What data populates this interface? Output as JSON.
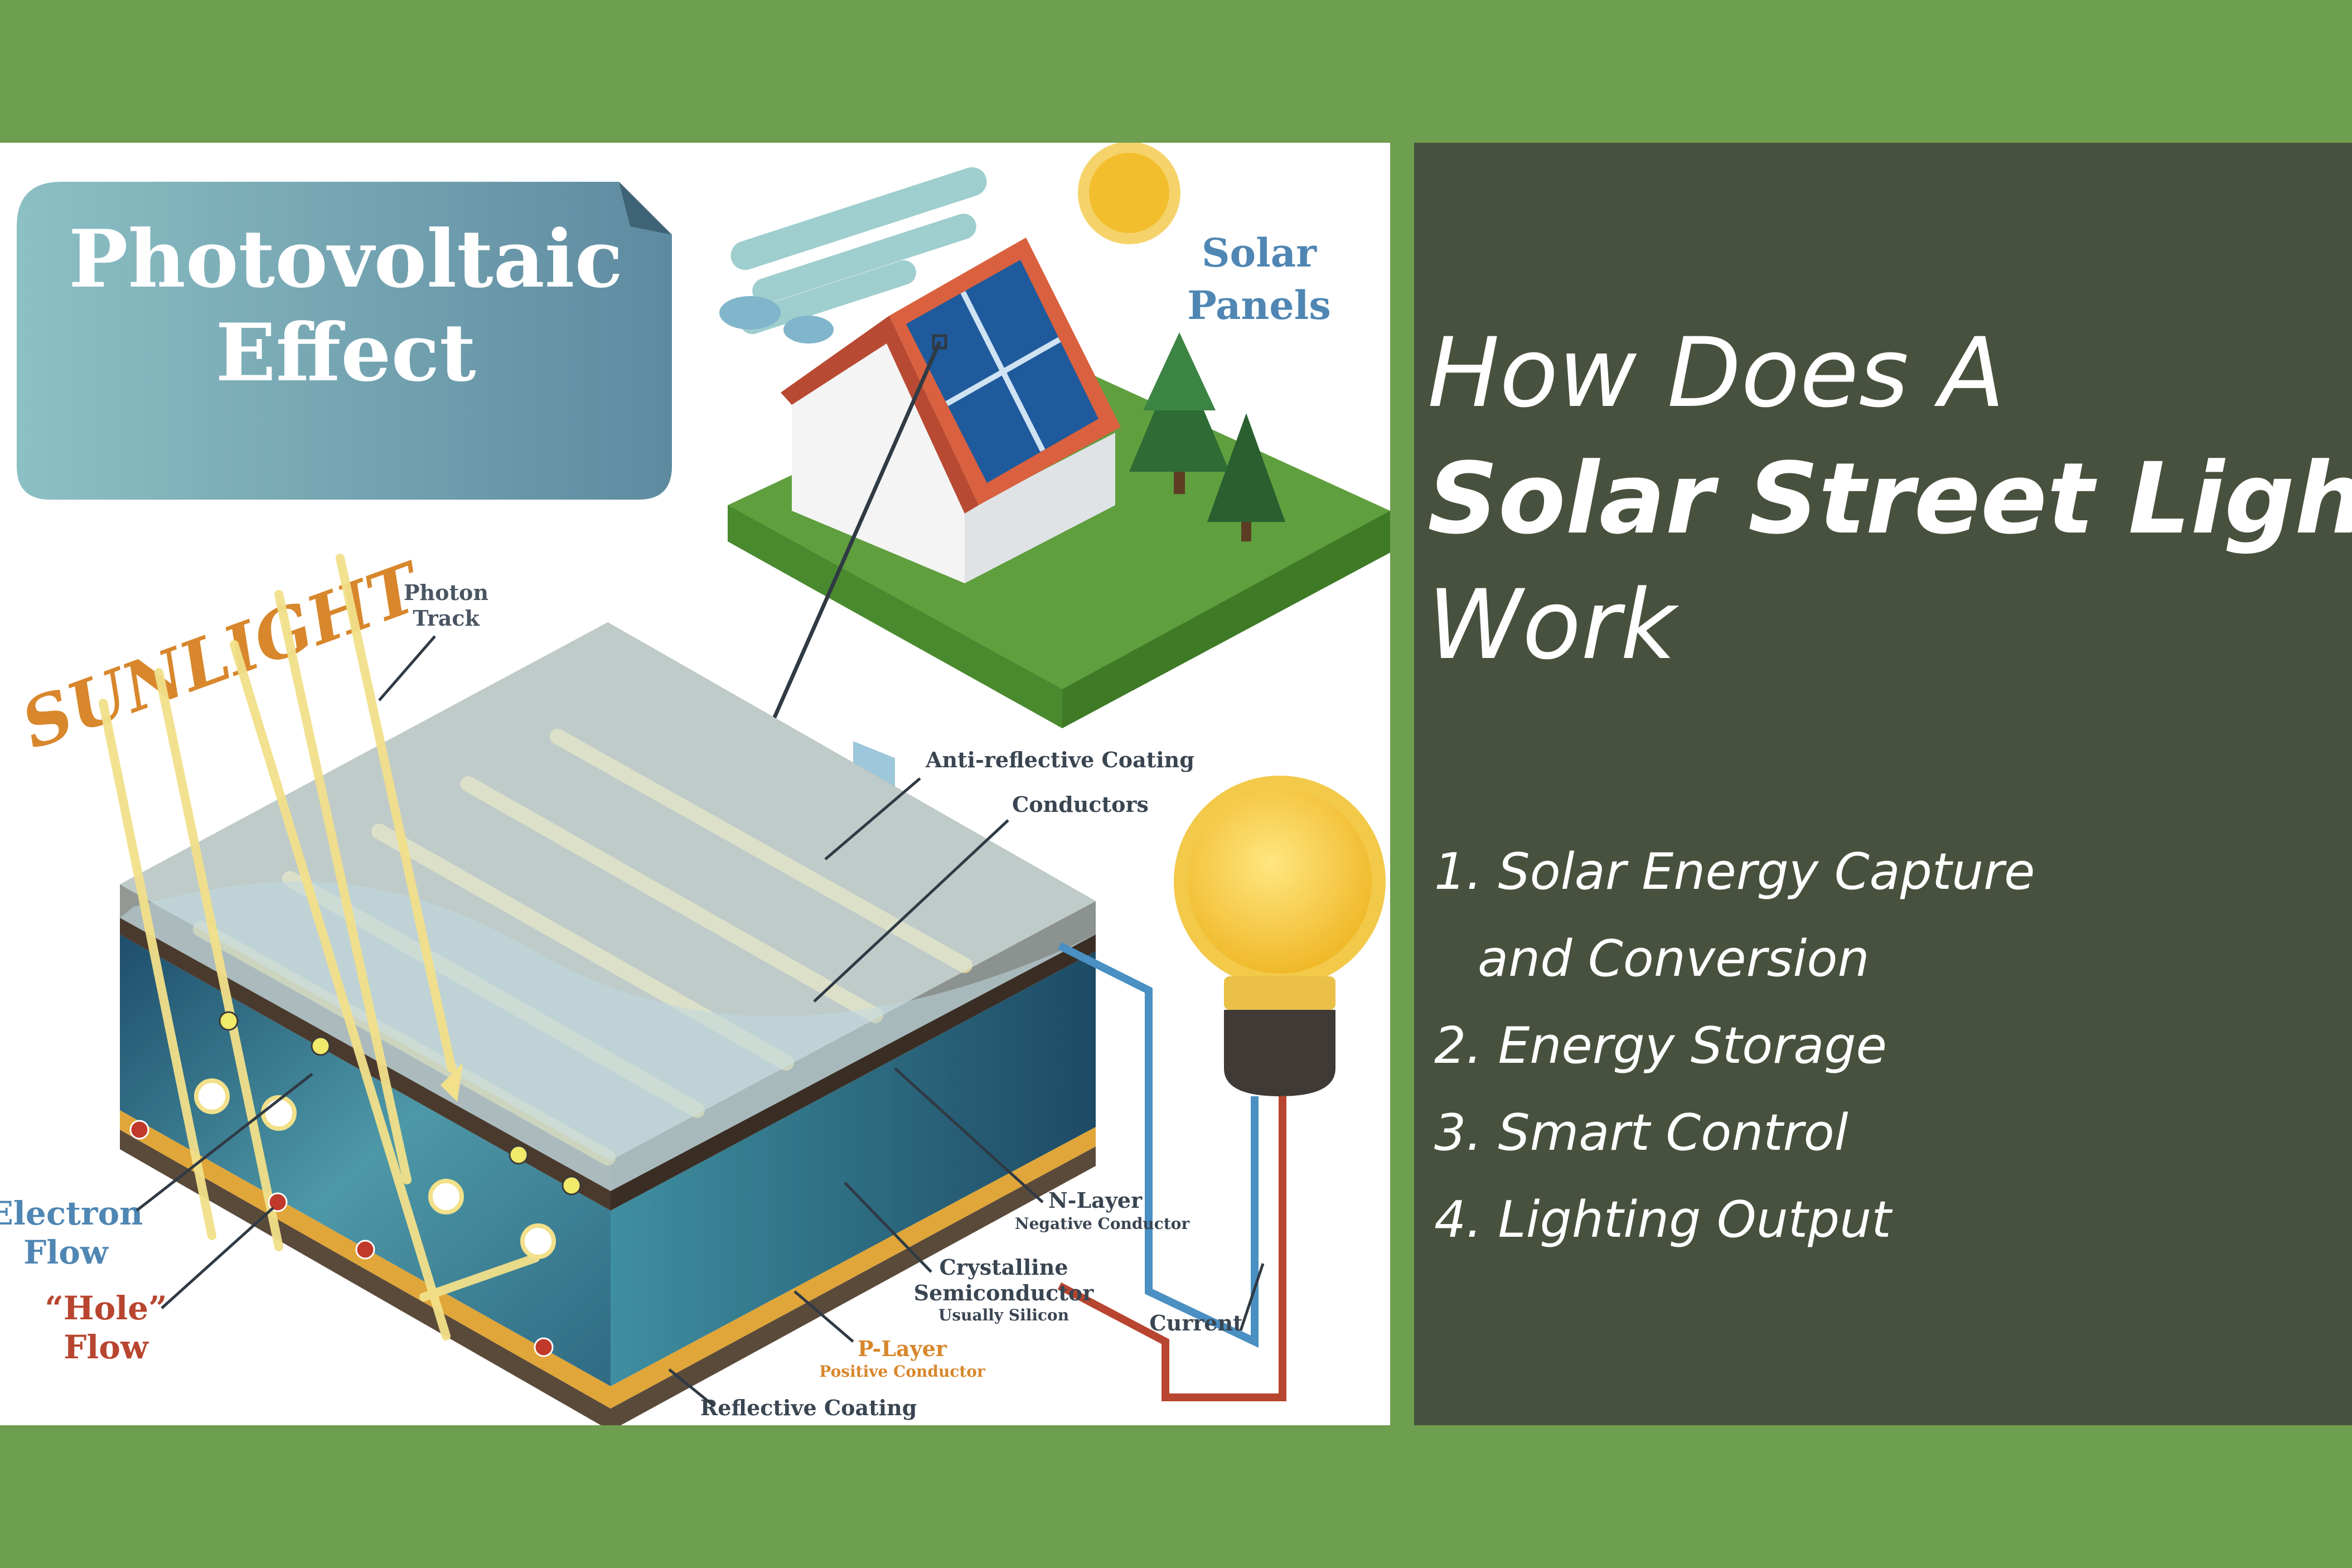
{
  "diagram": {
    "badge_line1": "Photovoltaic",
    "badge_line2": "Effect",
    "solar_panels_line1": "Solar",
    "solar_panels_line2": "Panels",
    "sunlight": "SUNLIGHT",
    "photon_track_line1": "Photon",
    "photon_track_line2": "Track",
    "anti_reflective": "Anti-reflective Coating",
    "conductors": "Conductors",
    "n_layer": "N-Layer",
    "n_layer_sub": "Negative Conductor",
    "crystalline_line1": "Crystalline",
    "crystalline_line2": "Semiconductor",
    "crystalline_sub": "Usually Silicon",
    "p_layer": "P-Layer",
    "p_layer_sub": "Positive Conductor",
    "reflective": "Reflective Coating",
    "current": "Current",
    "electron_line1": "Electron",
    "electron_line2": "Flow",
    "hole_line1": "“Hole”",
    "hole_line2": "Flow"
  },
  "heading": {
    "line1": "How Does A",
    "line2": "Solar Street Light",
    "line3": "Work"
  },
  "steps": [
    "1. Solar Energy Capture",
    "and Conversion",
    "2. Energy Storage",
    "3. Smart Control",
    "4. Lighting Output"
  ],
  "colors": {
    "band_green": "#6e9e4f",
    "panel_dark": "#48513d",
    "badge_blue": "#6f9fae",
    "label_blue": "#4f86b3",
    "label_dark": "#3a4552",
    "sunlight_orange": "#d8872c",
    "hole_red": "#b8452f"
  }
}
